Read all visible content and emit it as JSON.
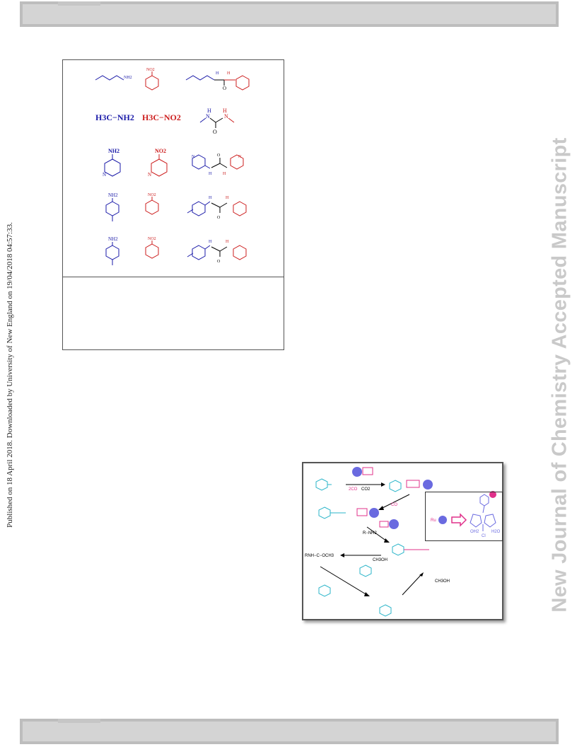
{
  "header": {},
  "sidebar_left": {
    "text": "Published on 18 April 2018. Downloaded by University of New England on 19/04/2018 04:57:33."
  },
  "sidebar_right": {
    "text": "New Journal of Chemistry Accepted Manuscript"
  },
  "table": {
    "rows": [
      {
        "amine": "NH2",
        "nitro": "NO2"
      },
      {
        "amine": "H3C−NH2",
        "nitro": "H3C−NO2"
      },
      {
        "amine": "NH2",
        "nitro": "NO2"
      },
      {
        "amine": "NH2",
        "nitro": "NO2"
      },
      {
        "amine": "NH2",
        "nitro": "NO2"
      }
    ]
  },
  "scheme": {
    "labels": {
      "ru": "Ru",
      "co2": "CO2",
      "two_co": "2CO",
      "co": "CO",
      "rnh2": "R−NH2",
      "ch3oh_1": "CH3OH",
      "ch3oh_2": "CH3OH",
      "carbamate": "RNH−C−OCH3",
      "oh2": "OH2",
      "cl": "Cl",
      "h2o": "H2O"
    }
  },
  "colors": {
    "amine": "#1a1aa8",
    "nitro": "#cc1c1c",
    "watermark": "#c9c9c9",
    "scheme_cyan": "#2bb5c9",
    "scheme_pink": "#e0308a"
  }
}
